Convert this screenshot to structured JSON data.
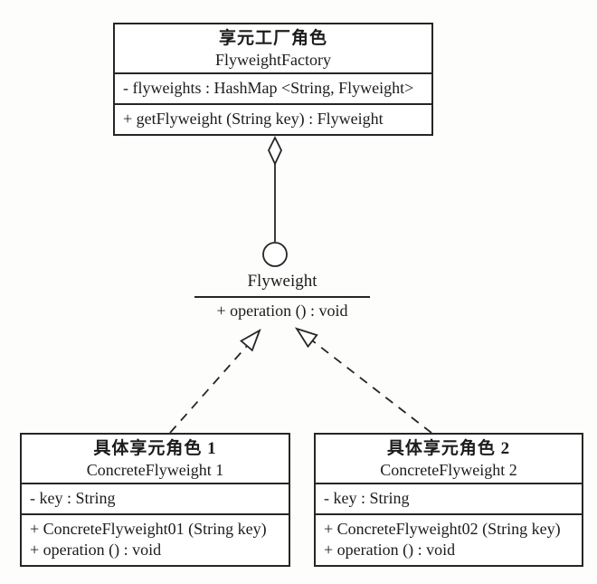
{
  "colors": {
    "line": "#262626",
    "background": "#ffffff",
    "text": "#1c1c1c"
  },
  "classes": {
    "factory": {
      "name_zh": "享元工厂角色",
      "name_en": "FlyweightFactory",
      "attributes": [
        "- flyweights : HashMap <String, Flyweight>"
      ],
      "methods": [
        "+ getFlyweight (String key) : Flyweight"
      ]
    },
    "flyweight_interface": {
      "name": "Flyweight",
      "methods": [
        "+ operation () : void"
      ]
    },
    "concrete1": {
      "name_zh": "具体享元角色 1",
      "name_en": "ConcreteFlyweight 1",
      "attributes": [
        "- key : String"
      ],
      "methods": [
        "+ ConcreteFlyweight01 (String key)",
        "+ operation () : void"
      ]
    },
    "concrete2": {
      "name_zh": "具体享元角色 2",
      "name_en": "ConcreteFlyweight 2",
      "attributes": [
        "- key : String"
      ],
      "methods": [
        "+ ConcreteFlyweight02 (String key)",
        "+ operation () : void"
      ]
    }
  }
}
